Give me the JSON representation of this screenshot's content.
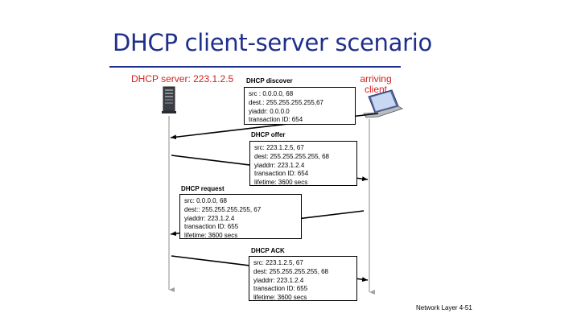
{
  "title": "DHCP client-server scenario",
  "server_label": "DHCP server: 223.1.2.5",
  "client_label": "arriving client",
  "messages": [
    {
      "title": "DHCP discover",
      "lines": [
        "src : 0.0.0.0, 68",
        "dest.: 255.255.255.255,67",
        "yiaddr:    0.0.0.0",
        "transaction ID: 654"
      ]
    },
    {
      "title": "DHCP offer",
      "lines": [
        "src: 223.1.2.5, 67",
        "dest:  255.255.255.255, 68",
        "yiaddrr: 223.1.2.4",
        "transaction ID: 654",
        "lifetime: 3600 secs"
      ]
    },
    {
      "title": "DHCP request",
      "lines": [
        "src:  0.0.0.0, 68",
        "dest::  255.255.255.255, 67",
        "yiaddrr: 223.1.2.4",
        "transaction ID: 655",
        "lifetime: 3600 secs"
      ]
    },
    {
      "title": "DHCP ACK",
      "lines": [
        "src: 223.1.2.5, 67",
        "dest:  255.255.255.255, 68",
        "yiaddrr: 223.1.2.4",
        "transaction ID: 655",
        "lifetime: 3600 secs"
      ]
    }
  ],
  "footer": "Network Layer  4-51",
  "colors": {
    "title": "#1f2f8c",
    "labels": "#d42020",
    "timeline": "#a0a0a0"
  }
}
